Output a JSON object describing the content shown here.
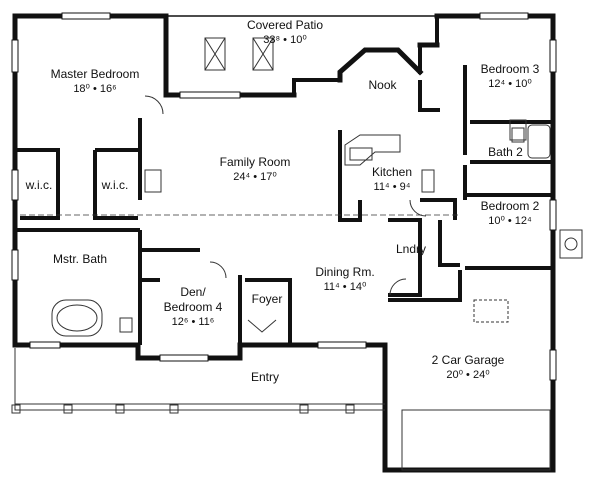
{
  "rooms": {
    "covered_patio": {
      "name": "Covered Patio",
      "dims": "33⁸ • 10⁰"
    },
    "master_bedroom": {
      "name": "Master Bedroom",
      "dims": "18⁰ • 16⁶"
    },
    "nook": {
      "name": "Nook"
    },
    "bedroom3": {
      "name": "Bedroom 3",
      "dims": "12⁴ • 10⁰"
    },
    "family_room": {
      "name": "Family Room",
      "dims": "24⁴ • 17⁰"
    },
    "kitchen": {
      "name": "Kitchen",
      "dims": "11⁴ • 9⁴"
    },
    "bath2": {
      "name": "Bath 2"
    },
    "bedroom2": {
      "name": "Bedroom 2",
      "dims": "10⁰ • 12⁴"
    },
    "wic_left": {
      "name": "w.i.c."
    },
    "wic_right": {
      "name": "w.i.c."
    },
    "mstr_bath": {
      "name": "Mstr. Bath"
    },
    "lndry": {
      "name": "Lndry"
    },
    "dining": {
      "name": "Dining Rm.",
      "dims": "11⁴ • 14⁰"
    },
    "den": {
      "name": "Den/",
      "name2": "Bedroom 4",
      "dims": "12⁶ • 11⁶"
    },
    "foyer": {
      "name": "Foyer"
    },
    "entry": {
      "name": "Entry"
    },
    "garage": {
      "name": "2 Car Garage",
      "dims": "20⁰ • 24⁰"
    }
  }
}
